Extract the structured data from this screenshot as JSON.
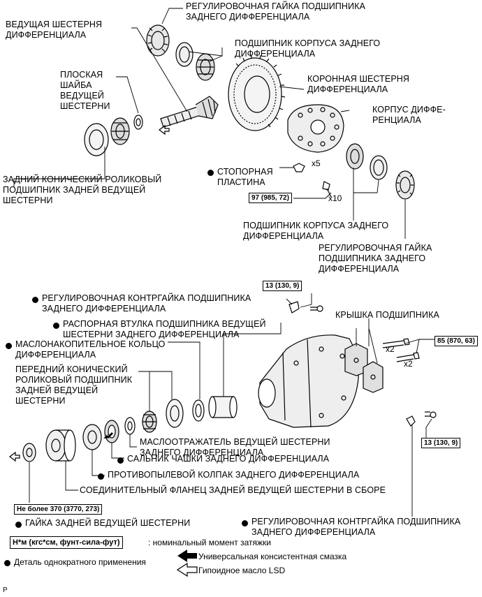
{
  "labels": {
    "adj_nut_top": [
      "РЕГУЛИРОВОЧНАЯ ГАЙКА ПОДШИПНИКА",
      "ЗАДНЕГО ДИФФЕРЕНЦИАЛА"
    ],
    "drive_pinion": [
      "ВЕДУЩАЯ ШЕСТЕРНЯ",
      "ДИФФЕРЕНЦИАЛА"
    ],
    "case_bearing_top": [
      "ПОДШИПНИК КОРПУСА ЗАДНЕГО",
      "ДИФФЕРЕНЦИАЛА"
    ],
    "plate_washer": [
      "ПЛОСКАЯ",
      "ШАЙБА",
      "ВЕДУЩЕЙ",
      "ШЕСТЕРНИ"
    ],
    "ring_gear": [
      "КОРОННАЯ ШЕСТЕРНЯ",
      "ДИФФЕРЕНЦИАЛА"
    ],
    "diff_case": [
      "КОРПУС ДИФФЕ-",
      "РЕНЦИАЛА"
    ],
    "rear_taper_bearing": [
      "ЗАДНИЙ КОНИЧЕСКИЙ РОЛИКОВЫЙ",
      "ПОДШИПНИК ЗАДНЕЙ ВЕДУЩЕЙ",
      "ШЕСТЕРНИ"
    ],
    "lock_plate": [
      "СТОПОРНАЯ",
      "ПЛАСТИНА"
    ],
    "case_bearing_bottom": [
      "ПОДШИПНИК КОРПУСА ЗАДНЕГО",
      "ДИФФЕРЕНЦИАЛА"
    ],
    "adj_nut_bottom": [
      "РЕГУЛИРОВОЧНАЯ ГАЙКА",
      "ПОДШИПНИКА ЗАДНЕГО",
      "ДИФФЕРЕНЦИАЛА"
    ],
    "lock_nut_top": [
      "РЕГУЛИРОВОЧНАЯ КОНТРГАЙКА ПОДШИПНИКА",
      "ЗАДНЕГО ДИФФЕРЕНЦИАЛА"
    ],
    "spacer": [
      "РАСПОРНАЯ ВТУЛКА ПОДШИПНИКА ВЕДУЩЕЙ",
      "ШЕСТЕРНИ ЗАДНЕГО ДИФФЕРЕНЦИАЛА"
    ],
    "oil_ring": [
      "МАСЛОНАКОПИТЕЛЬНОЕ КОЛЬЦО",
      "ДИФФЕРЕНЦИАЛА"
    ],
    "bearing_cap": [
      "КРЫШКА ПОДШИПНИКА"
    ],
    "front_taper_bearing": [
      "ПЕРЕДНИЙ КОНИЧЕСКИЙ",
      "РОЛИКОВЫЙ ПОДШИПНИК",
      "ЗАДНЕЙ ВЕДУЩЕЙ",
      "ШЕСТЕРНИ"
    ],
    "oil_slinger": [
      "МАСЛООТРАЖАТЕЛЬ ВЕДУЩЕЙ ШЕСТЕРНИ",
      "ЗАДНЕГО ДИФФЕРЕНЦИАЛА"
    ],
    "oil_seal": [
      "САЛЬНИК ЧАШКИ ЗАДНЕГО ДИФФЕРЕНЦИАЛА"
    ],
    "dust_deflector": [
      "ПРОТИВОПЫЛЕВОЙ КОЛПАК ЗАДНЕГО ДИФФЕРЕНЦИАЛА"
    ],
    "companion_flange": [
      "СОЕДИНИТЕЛЬНЫЙ ФЛАНЕЦ ЗАДНЕЙ ВЕДУЩЕЙ ШЕСТЕРНИ В СБОРЕ"
    ],
    "pinion_nut": [
      "ГАЙКА ЗАДНЕЙ ВЕДУЩЕЙ ШЕСТЕРНИ"
    ],
    "lock_nut_bottom": [
      "РЕГУЛИРОВОЧНАЯ КОНТРГАЙКА ПОДШИПНИКА",
      "ЗАДНЕГО ДИФФЕРЕНЦИАЛА"
    ]
  },
  "torques": {
    "lock_plate_bolt": "97 (985, 72)",
    "lock_nut_top": "13 (130, 9)",
    "cap_bolt": "85 (870, 63)",
    "lock_nut_bottom": "13 (130, 9)",
    "pinion_nut": "Не более 370 (3770, 273)"
  },
  "multipliers": {
    "lock_plate": "x5",
    "lock_plate_bolt": "x10",
    "cap_bolt_upper": "x2",
    "cap_bolt_lower": "x2"
  },
  "legend": {
    "torque_unit_box": "Н*м (кгс*см, фунт-сила-фут)",
    "torque_unit_text": ": номинальный момент затяжки",
    "grease": "Универсальная консистентная смазка",
    "non_reusable": "Деталь однократного применения",
    "hypoid_oil": "Гипоидное масло LSD"
  },
  "footer_code": "P"
}
